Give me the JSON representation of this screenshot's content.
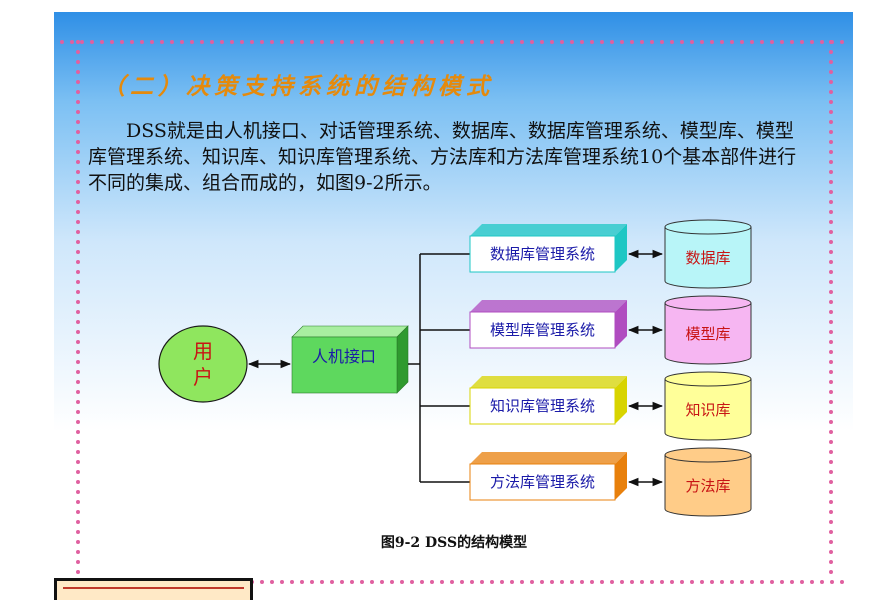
{
  "slide": {
    "heading": "（二）决策支持系统的结构模式",
    "paragraph": "DSS就是由人机接口、对话管理系统、数据库、数据库管理系统、模型库、模型库管理系统、知识库、知识库管理系统、方法库和方法库管理系统10个基本部件进行不同的集成、组合而成的，如图9-2所示。"
  },
  "diagram": {
    "user_label": [
      "用",
      "户"
    ],
    "interface_label": "人机接口",
    "rows": [
      {
        "system": "数据库管理系统",
        "store": "数据库",
        "color": "#1ec7c4",
        "store_color": "#b8f5f8"
      },
      {
        "system": "模型库管理系统",
        "store": "模型库",
        "color": "#b04cc0",
        "store_color": "#f6b6f2"
      },
      {
        "system": "知识库管理系统",
        "store": "知识库",
        "color": "#d8d400",
        "store_color": "#ffff99"
      },
      {
        "system": "方法库管理系统",
        "store": "方法库",
        "color": "#e8800c",
        "store_color": "#ffcc88"
      }
    ],
    "caption": "图9-2  DSS的结构模型"
  },
  "colors": {
    "heading": "#e58a0c",
    "border_dots": "#e060a0",
    "user_fill": "#8fe65e",
    "interface_fill": "#5ed85e",
    "text_blue": "#1a1aa8",
    "store_text_red": "#c81414"
  }
}
